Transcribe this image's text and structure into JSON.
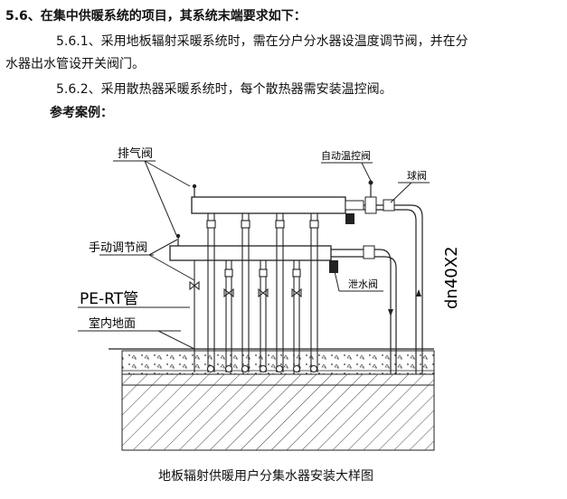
{
  "section": {
    "heading": "5.6、在集中供暖系统的项目，其系统末端要求如下：",
    "para1_line1": "5.6.1、采用地板辐射采暖系统时，需在分户分水器设温度调节阀，并在分",
    "para1_line2": "水器出水管设开关阀门。",
    "para2": "5.6.2、采用散热器采暖系统时，每个散热器需安装温控阀。",
    "reference_label": "参考案例："
  },
  "diagram": {
    "labels": {
      "exhaust_valve": "排气阀",
      "auto_temp_valve": "自动温控阀",
      "ball_valve": "球阀",
      "manual_valve": "手动调节阀",
      "drain_valve": "泄水阀",
      "pipe_type": "PE-RT管",
      "indoor_floor": "室内地面",
      "pipe_size": "dn40X2"
    },
    "caption": "地板辐射供暖用户分集水器安装大样图"
  }
}
